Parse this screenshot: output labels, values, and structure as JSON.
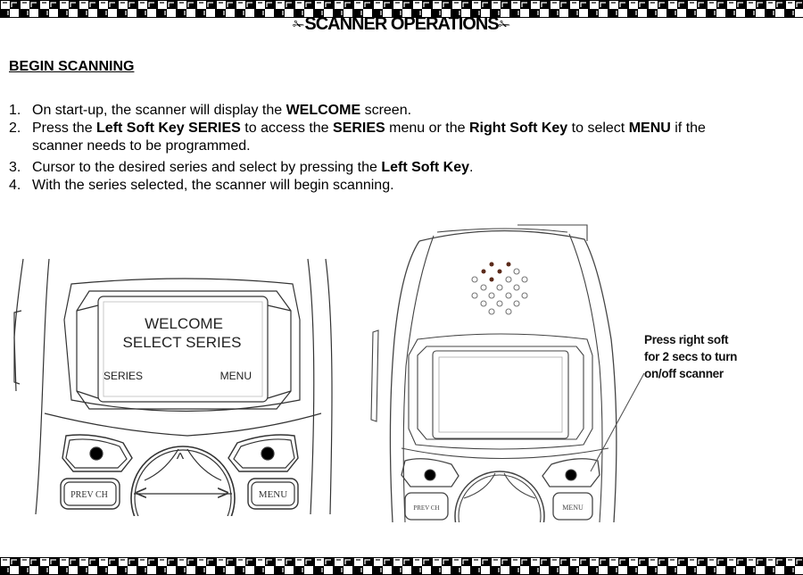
{
  "header": {
    "title": "SCANNER OPERATIONS",
    "flag_icon": "pennant-flag-icon"
  },
  "section": {
    "heading": "BEGIN SCANNING"
  },
  "steps": [
    {
      "num": "1.",
      "parts": [
        {
          "t": "On start-up, the scanner will display the ",
          "b": false
        },
        {
          "t": "WELCOME",
          "b": true
        },
        {
          "t": " screen.",
          "b": false
        }
      ]
    },
    {
      "num": "2.",
      "parts": [
        {
          "t": "Press the ",
          "b": false
        },
        {
          "t": "Left Soft Key SERIES",
          "b": true
        },
        {
          "t": " to access the ",
          "b": false
        },
        {
          "t": "SERIES",
          "b": true
        },
        {
          "t": " menu or the ",
          "b": false
        },
        {
          "t": "Right Soft Key",
          "b": true
        },
        {
          "t": " to select ",
          "b": false
        },
        {
          "t": "MENU",
          "b": true
        },
        {
          "t": " if the scanner needs to be programmed.",
          "b": false
        }
      ]
    },
    {
      "num": "3.",
      "parts": [
        {
          "t": "Cursor to the desired series and select by pressing the ",
          "b": false
        },
        {
          "t": "Left Soft Key",
          "b": true
        },
        {
          "t": ".",
          "b": false
        }
      ]
    },
    {
      "num": "4.",
      "parts": [
        {
          "t": "With the series selected, the scanner will begin scanning.",
          "b": false
        }
      ]
    }
  ],
  "figure_left": {
    "screen_line1": "WELCOME",
    "screen_line2": "SELECT SERIES",
    "soft_left": "SERIES",
    "soft_right": "MENU",
    "btn_prev": "PREV CH",
    "btn_menu": "MENU",
    "nav_up": "^",
    "nav_left": "<",
    "nav_right": ">"
  },
  "figure_right": {
    "btn_prev": "PREV CH",
    "btn_menu": "MENU",
    "callout_line1": "Press right soft",
    "callout_line2": "for 2 secs to turn",
    "callout_line3": "on/off scanner"
  },
  "colors": {
    "text": "#000000",
    "background": "#ffffff",
    "speaker_accent": "#5a2a1a"
  }
}
